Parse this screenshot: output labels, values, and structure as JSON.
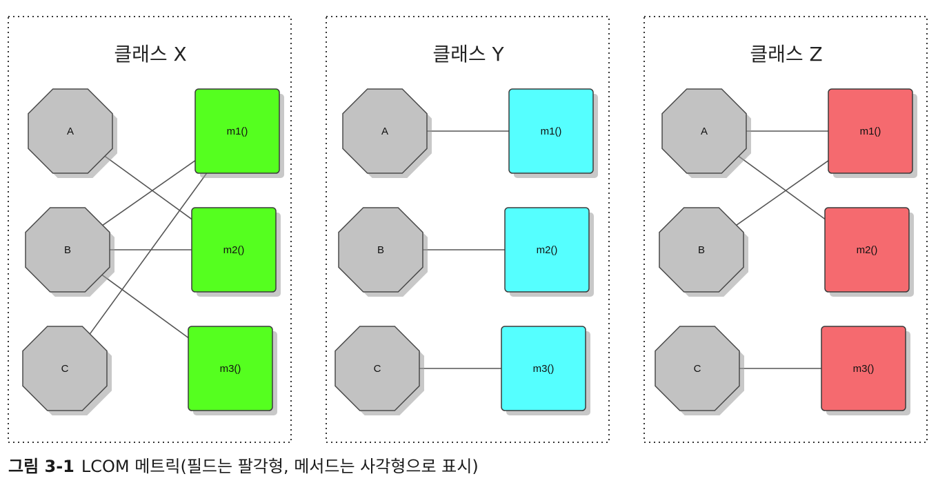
{
  "panels": [
    {
      "title": "클래스 X",
      "method_color": "#55ff1f",
      "fields": [
        "A",
        "B",
        "C"
      ],
      "methods": [
        "m1()",
        "m2()",
        "m3()"
      ],
      "links": [
        [
          "A",
          "m2()"
        ],
        [
          "B",
          "m1()"
        ],
        [
          "B",
          "m2()"
        ],
        [
          "B",
          "m3()"
        ],
        [
          "C",
          "m1()"
        ]
      ]
    },
    {
      "title": "클래스 Y",
      "method_color": "#55ffff",
      "fields": [
        "A",
        "B",
        "C"
      ],
      "methods": [
        "m1()",
        "m2()",
        "m3()"
      ],
      "links": [
        [
          "A",
          "m1()"
        ],
        [
          "B",
          "m2()"
        ],
        [
          "C",
          "m3()"
        ]
      ]
    },
    {
      "title": "클래스 Z",
      "method_color": "#f56a6f",
      "fields": [
        "A",
        "B",
        "C"
      ],
      "methods": [
        "m1()",
        "m2()",
        "m3()"
      ],
      "links": [
        [
          "A",
          "m1()"
        ],
        [
          "A",
          "m2()"
        ],
        [
          "B",
          "m1()"
        ],
        [
          "C",
          "m3()"
        ]
      ]
    }
  ],
  "field_color": "#c2c2c2",
  "caption": {
    "figure_number": "그림 3-1",
    "text": "LCOM 메트릭(필드는 팔각형, 메서드는 사각형으로 표시)"
  }
}
